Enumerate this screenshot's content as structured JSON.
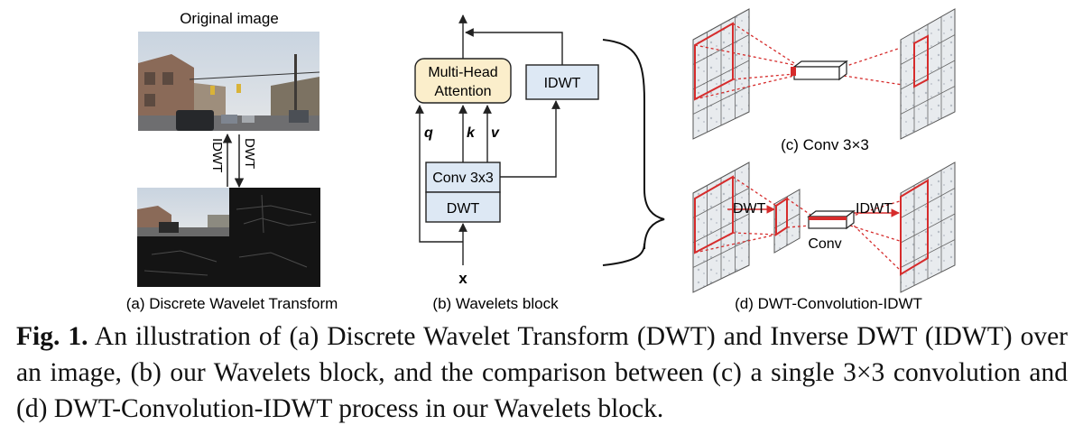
{
  "panel_a": {
    "title": "Original image",
    "idwt": "IDWT",
    "dwt": "DWT",
    "caption": "(a) Discrete Wavelet Transform"
  },
  "panel_b": {
    "attention": [
      "Multi-Head",
      "Attention"
    ],
    "idwt": "IDWT",
    "conv": "Conv 3x3",
    "dwt": "DWT",
    "q": "q",
    "k": "k",
    "v": "v",
    "x": "x",
    "caption": "(b) Wavelets block"
  },
  "panel_c": {
    "caption": "(c)  Conv 3×3"
  },
  "panel_d": {
    "dwt": "DWT",
    "idwt": "IDWT",
    "conv": "Conv",
    "caption": "(d)  DWT-Convolution-IDWT"
  },
  "caption": {
    "label": "Fig. 1.",
    "text": " An illustration of (a) Discrete Wavelet Transform (DWT) and Inverse DWT (IDWT) over an image, (b) our Wavelets block, and the comparison between (c) a single 3×3 convolution and (d) DWT-Convolution-IDWT process in our Wavelets block."
  },
  "colors": {
    "attention_fill": "#fbeecb",
    "block_fill": "#dde8f4",
    "grid_red": "#d62c2c",
    "grid_fill": "#e4e8ec"
  }
}
